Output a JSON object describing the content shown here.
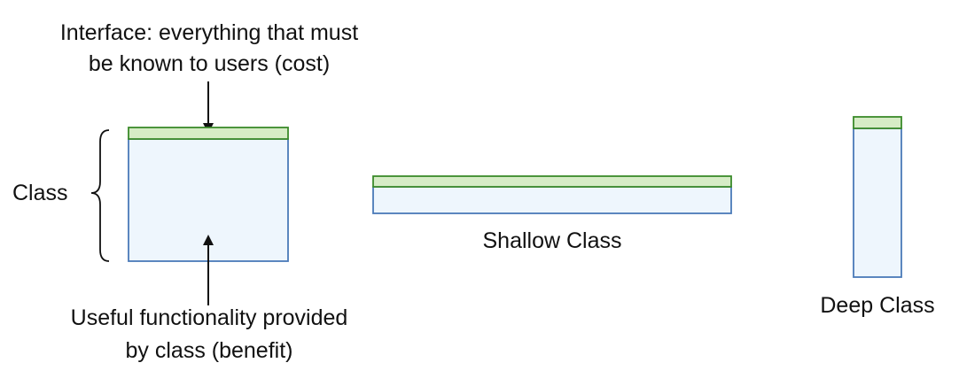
{
  "labels": {
    "interface_line1": "Interface: everything that must",
    "interface_line2": "be known to users (cost)",
    "class": "Class",
    "useful_line1": "Useful functionality provided",
    "useful_line2": "by class (benefit)",
    "shallow": "Shallow Class",
    "deep": "Deep Class"
  },
  "colors": {
    "interface_fill": "#d6ecc6",
    "interface_stroke": "#3b8a2a",
    "body_fill": "#eef6fd",
    "body_stroke": "#4a7ab8"
  }
}
